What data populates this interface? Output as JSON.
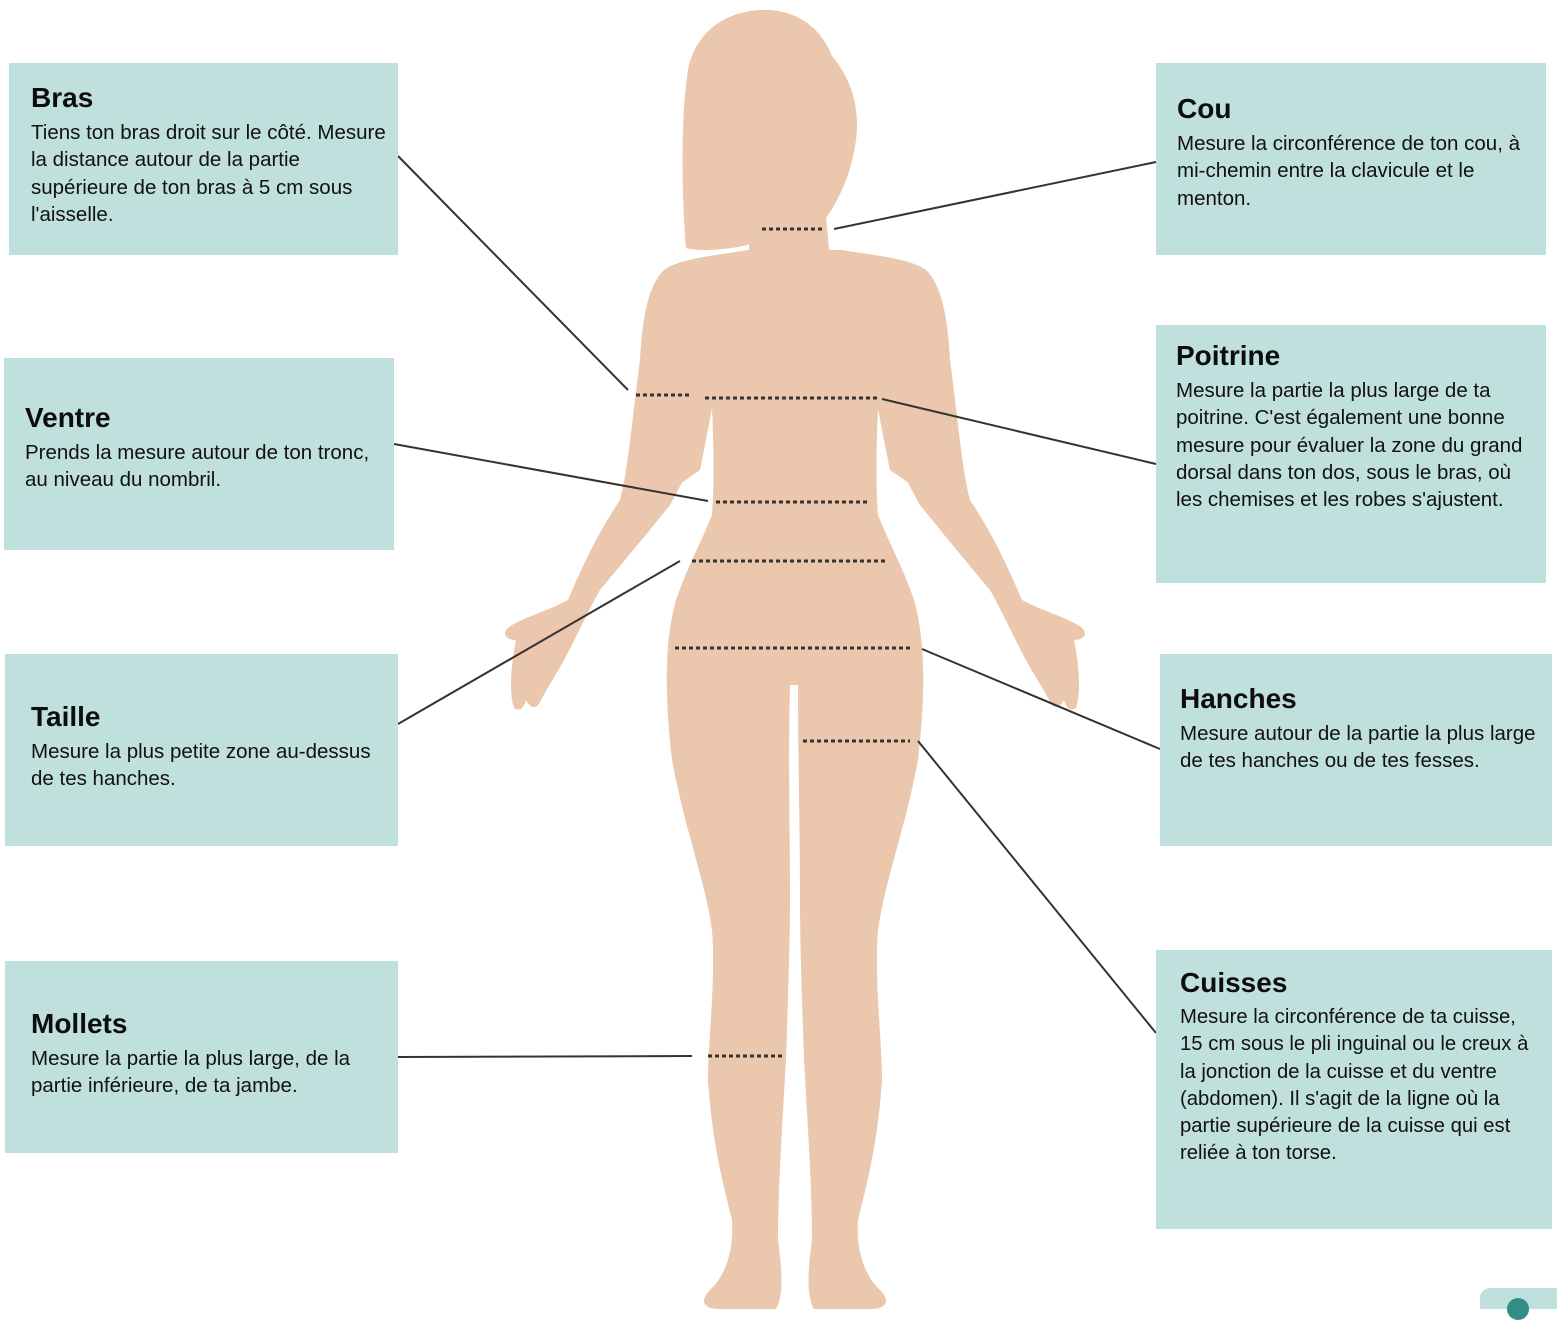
{
  "boxes": {
    "bras": {
      "title": "Bras",
      "text": "Tiens ton bras droit sur le côté. Mesure la distance autour de la partie supérieure de ton bras à 5 cm sous l'aisselle."
    },
    "ventre": {
      "title": "Ventre",
      "text": "Prends la mesure autour de ton tronc, au niveau du nombril."
    },
    "taille": {
      "title": "Taille",
      "text": "Mesure la plus petite zone au-dessus de tes hanches."
    },
    "mollets": {
      "title": "Mollets",
      "text": "Mesure la partie la plus large, de la partie inférieure, de ta jambe."
    },
    "cou": {
      "title": "Cou",
      "text": "Mesure la circonférence de ton cou, à mi-chemin entre la clavicule et le menton."
    },
    "poitrine": {
      "title": "Poitrine",
      "text": "Mesure la partie la plus large de ta poitrine. C'est également une bonne mesure pour évaluer la zone du grand dorsal dans ton dos, sous le bras, où les chemises et les robes s'ajustent."
    },
    "hanches": {
      "title": "Hanches",
      "text": "Mesure autour de la partie la plus large de tes hanches ou de tes fesses."
    },
    "cuisses": {
      "title": "Cuisses",
      "text": "Mesure la circonférence de ta cuisse, 15 cm sous le pli inguinal ou le creux à la jonction de la cuisse et du ventre (abdomen). Il s'agit de la ligne où la partie supérieure de la cuisse qui est reliée à ton torse."
    }
  },
  "colors": {
    "box_background": "#bfe0dc",
    "body_silhouette": "#eac7ad",
    "measure_line": "#333333",
    "leader_line": "#333333",
    "badge_accent": "#2f8f86"
  }
}
